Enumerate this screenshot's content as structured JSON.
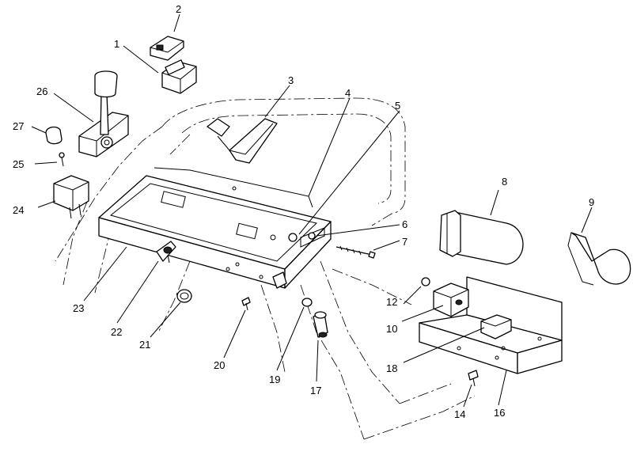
{
  "callouts": [
    {
      "id": "c1",
      "label": "1"
    },
    {
      "id": "c2",
      "label": "2"
    },
    {
      "id": "c3",
      "label": "3"
    },
    {
      "id": "c4",
      "label": "4"
    },
    {
      "id": "c5",
      "label": "5"
    },
    {
      "id": "c6",
      "label": "6"
    },
    {
      "id": "c7",
      "label": "7"
    },
    {
      "id": "c8",
      "label": "8"
    },
    {
      "id": "c9",
      "label": "9"
    },
    {
      "id": "c10",
      "label": "10"
    },
    {
      "id": "c12",
      "label": "12"
    },
    {
      "id": "c14",
      "label": "14"
    },
    {
      "id": "c16",
      "label": "16"
    },
    {
      "id": "c17",
      "label": "17"
    },
    {
      "id": "c18",
      "label": "18"
    },
    {
      "id": "c19",
      "label": "19"
    },
    {
      "id": "c20",
      "label": "20"
    },
    {
      "id": "c21",
      "label": "21"
    },
    {
      "id": "c22",
      "label": "22"
    },
    {
      "id": "c23",
      "label": "23"
    },
    {
      "id": "c24",
      "label": "24"
    },
    {
      "id": "c25",
      "label": "25"
    },
    {
      "id": "c26",
      "label": "26"
    },
    {
      "id": "c27",
      "label": "27"
    }
  ]
}
